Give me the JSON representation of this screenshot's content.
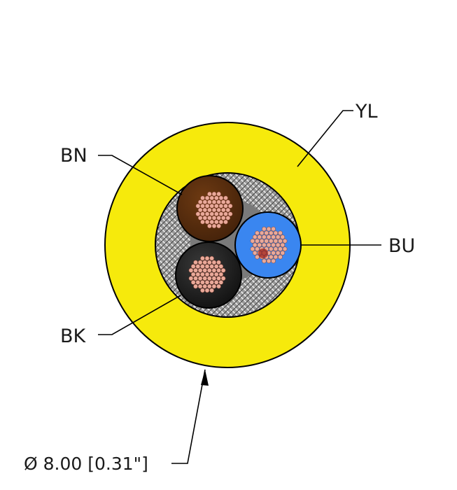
{
  "labels": {
    "jacket": "YL",
    "conductor_brown": "BN",
    "conductor_blue": "BU",
    "conductor_black": "BK",
    "diameter": "Ø 8.00 [0.31\"]"
  },
  "colors": {
    "jacket": "#f6ea0c",
    "brown": "#5a2e0c",
    "blue": "#3a86f0",
    "black": "#222222",
    "filler": "#7a7a7a",
    "shield": "#bfbfbf",
    "strand": "#e9a99a",
    "line": "#000000"
  }
}
